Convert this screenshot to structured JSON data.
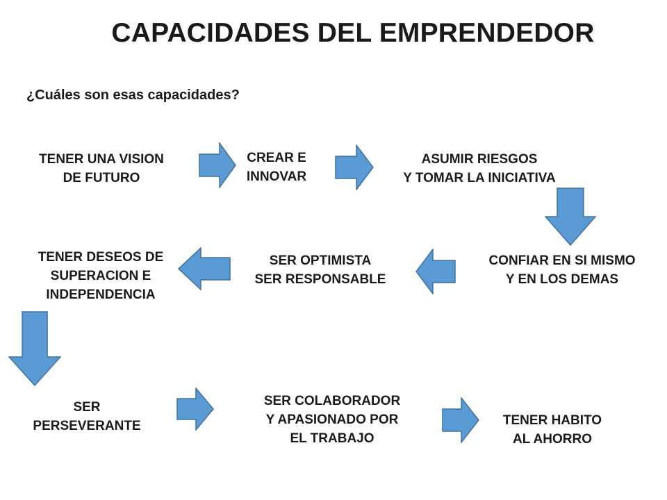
{
  "title": "CAPACIDADES DEL EMPRENDEDOR",
  "subtitle": "¿Cuáles son esas capacidades?",
  "nodes": {
    "vision": [
      "TENER UNA VISION",
      "DE FUTURO"
    ],
    "crear": [
      "CREAR E",
      "INNOVAR"
    ],
    "asumir": [
      "ASUMIR RIESGOS",
      "Y TOMAR LA INICIATIVA"
    ],
    "confiar": [
      "CONFIAR EN SI MISMO",
      "Y EN LOS DEMAS"
    ],
    "optimista": [
      "SER OPTIMISTA",
      "SER RESPONSABLE"
    ],
    "deseos": [
      "TENER DESEOS DE",
      "SUPERACION E",
      "INDEPENDENCIA"
    ],
    "perseverante": [
      "SER",
      "PERSEVERANTE"
    ],
    "colaborador": [
      "SER COLABORADOR",
      "Y APASIONADO POR",
      "EL TRABAJO"
    ],
    "ahorro": [
      "TENER HABITO",
      "AL AHORRO"
    ]
  },
  "colors": {
    "arrow_fill": "#5b9bd5",
    "arrow_stroke": "#41719c",
    "text": "#1a1a1a"
  }
}
